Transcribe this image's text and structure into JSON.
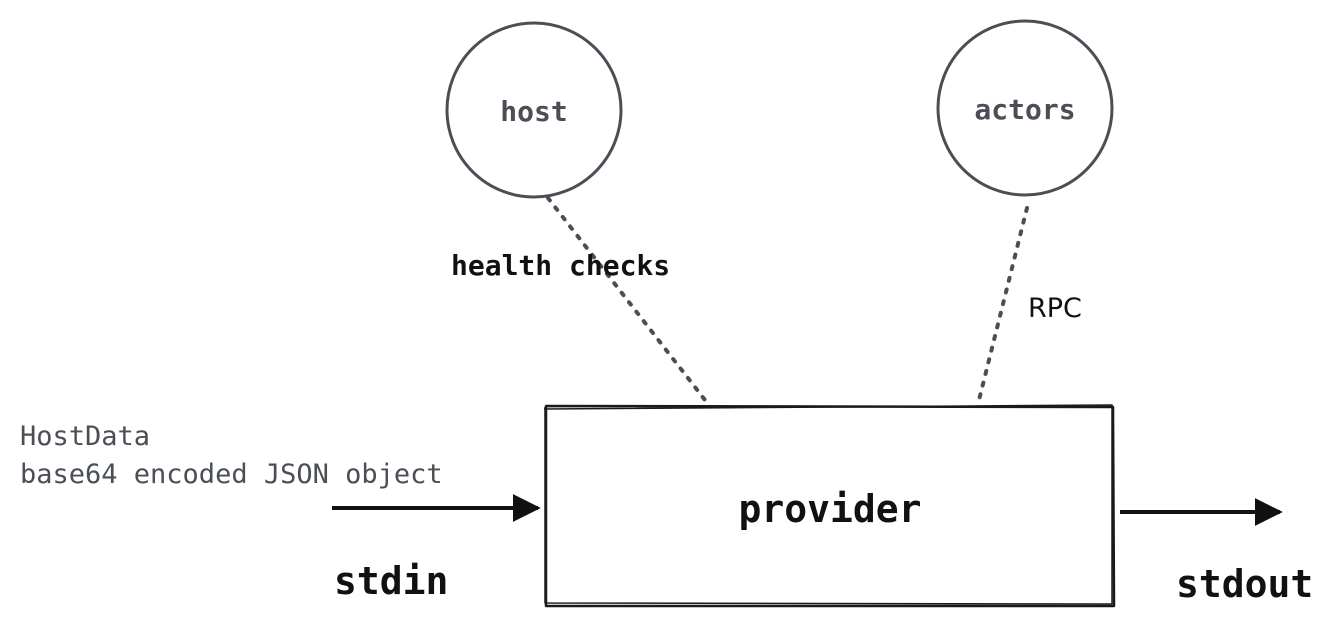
{
  "nodes": {
    "host": {
      "label": "host"
    },
    "actors": {
      "label": "actors"
    },
    "provider": {
      "label": "provider"
    }
  },
  "edges": {
    "host_provider": {
      "label": "health checks"
    },
    "actors_provider": {
      "label": "RPC"
    }
  },
  "input": {
    "title": "HostData",
    "description": "base64 encoded JSON object",
    "stream_label": "stdin"
  },
  "output": {
    "stream_label": "stdout"
  },
  "colors": {
    "circle_stroke": "#4a4e55",
    "circle_text": "#4a4e55",
    "box_stroke": "#1a1a1a",
    "text_dark": "#111111",
    "text_gray": "#4a4e55",
    "dotted": "#4a4e55"
  }
}
